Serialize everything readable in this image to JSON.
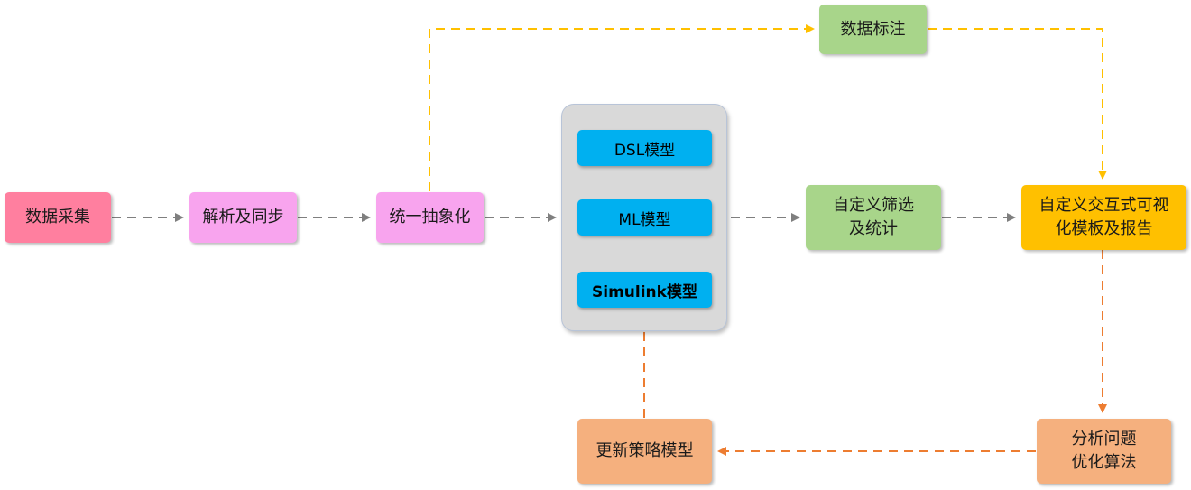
{
  "nodes": {
    "collect": "数据采集",
    "parse": "解析及同步",
    "abstract": "统一抽象化",
    "annotate": "数据标注",
    "filter": {
      "line1": "自定义筛选",
      "line2": "及统计"
    },
    "visual": {
      "line1": "自定义交互式可视",
      "line2": "化模板及报告"
    },
    "analyze": {
      "line1": "分析问题",
      "line2": "优化算法"
    },
    "update": "更新策略模型"
  },
  "models": {
    "dsl": "DSL模型",
    "ml": "ML模型",
    "simulink": "Simulink模型"
  },
  "colors": {
    "gray_arrow": "#7f7f7f",
    "yellow_arrow": "#ffc000",
    "orange_arrow": "#ed7d31",
    "model_blue": "#00b0f0"
  }
}
